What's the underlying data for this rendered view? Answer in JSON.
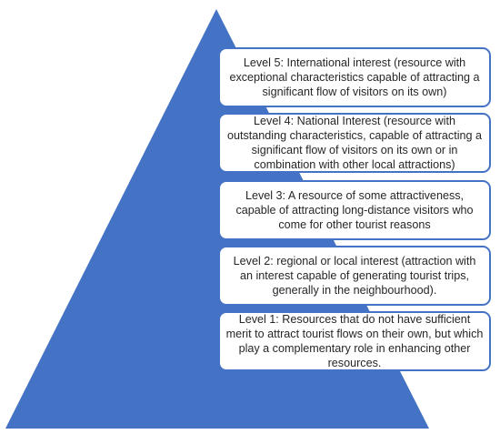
{
  "pyramid": {
    "fill_color": "#4472c4",
    "box_border_color": "#4472c4",
    "box_fill_color": "#ffffff",
    "text_color": "#262626"
  },
  "levels": [
    {
      "level": 5,
      "text": "Level 5: International interest (resource with exceptional characteristics capable of attracting a significant flow of visitors on its own)"
    },
    {
      "level": 4,
      "text": "Level 4: National Interest (resource with outstanding characteristics, capable of attracting a significant flow of visitors on its own or in combination with other local attractions)"
    },
    {
      "level": 3,
      "text": "Level 3: A resource of some attractiveness, capable of attracting long-distance visitors who come for other tourist reasons"
    },
    {
      "level": 2,
      "text": "Level 2: regional or local interest (attraction with an interest capable of generating tourist trips, generally in the neighbourhood)."
    },
    {
      "level": 1,
      "text": "Level 1: Resources that do not have sufficient merit to attract tourist flows on their own, but which play a complementary role in enhancing other resources."
    }
  ]
}
